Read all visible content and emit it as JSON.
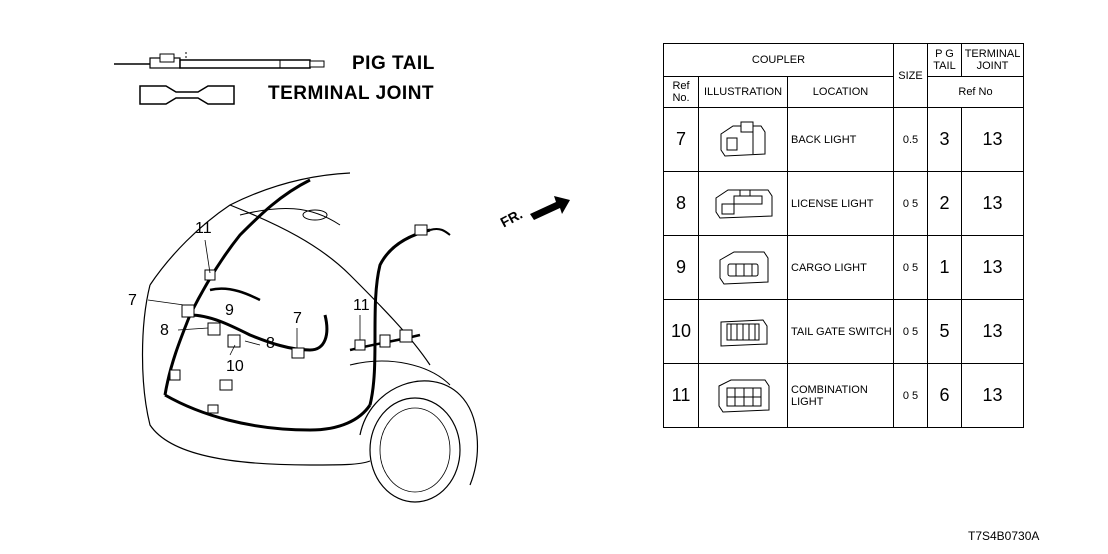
{
  "legend": {
    "pig_tail": "PIG TAIL",
    "terminal_joint": "TERMINAL JOINT"
  },
  "direction_label": "FR.",
  "callouts": [
    "11",
    "7",
    "9",
    "8",
    "8",
    "10",
    "7",
    "11"
  ],
  "table": {
    "group_header": "COUPLER",
    "size_header": "SIZE",
    "pg_tail_header": "P G TAIL",
    "terminal_joint_header": "TERMINAL JOINT",
    "ref_no_header": "Ref No.",
    "illustration_header": "ILLUSTRATION",
    "location_header": "LOCATION",
    "ref_no_sub": "Ref No",
    "rows": [
      {
        "ref": "7",
        "location": "BACK LIGHT",
        "size": "0.5",
        "pg_tail": "3",
        "terminal_joint": "13"
      },
      {
        "ref": "8",
        "location": "LICENSE LIGHT",
        "size": "0 5",
        "pg_tail": "2",
        "terminal_joint": "13"
      },
      {
        "ref": "9",
        "location": "CARGO LIGHT",
        "size": "0 5",
        "pg_tail": "1",
        "terminal_joint": "13"
      },
      {
        "ref": "10",
        "location": "TAIL GATE SWITCH",
        "size": "0 5",
        "pg_tail": "5",
        "terminal_joint": "13"
      },
      {
        "ref": "11",
        "location": "COMBINATION LIGHT",
        "size": "0 5",
        "pg_tail": "6",
        "terminal_joint": "13"
      }
    ]
  },
  "drawing_code": "T7S4B0730A"
}
